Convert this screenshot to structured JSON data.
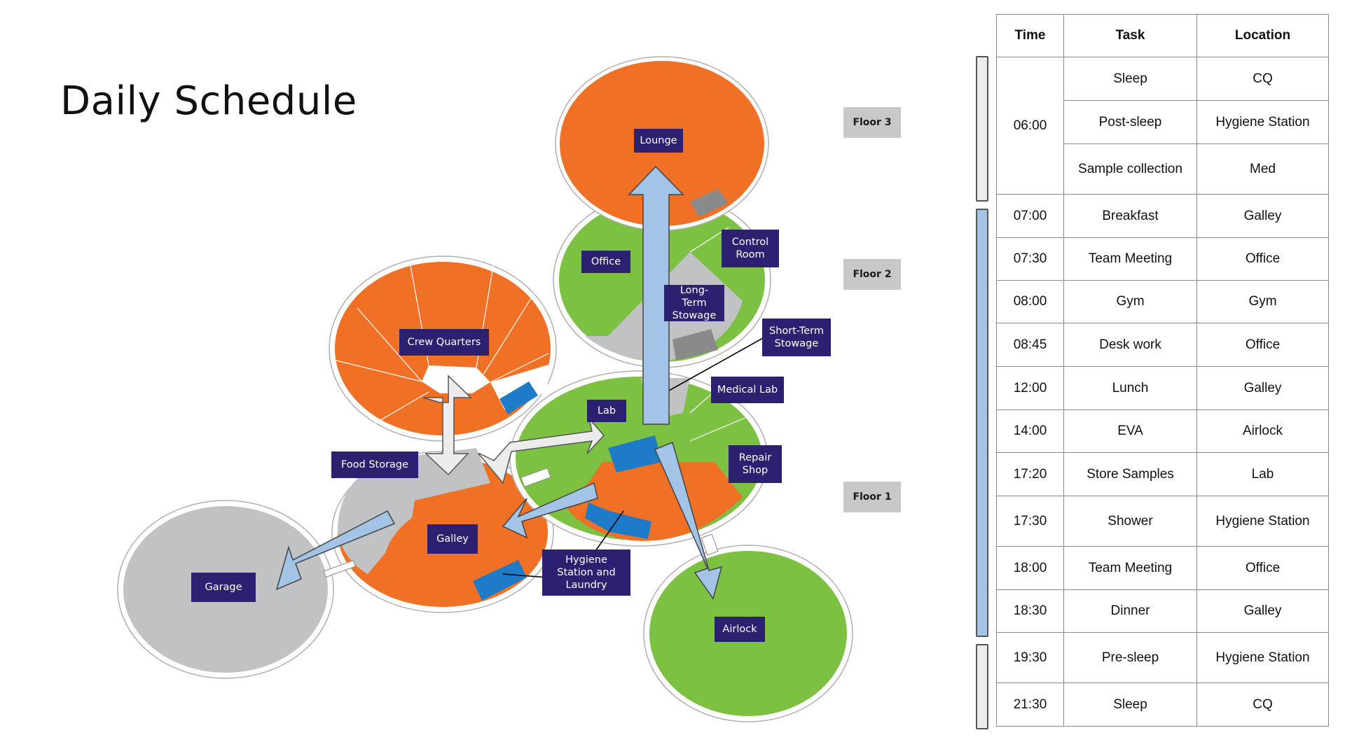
{
  "title": "Daily Schedule",
  "colors": {
    "crew_quarters": "#f07025",
    "green_module": "#7cc142",
    "gray_module": "#c0c2c4",
    "label_bg": "#2b2170",
    "arrow_blue": "#a3c4e6",
    "arrow_white": "#ececec",
    "stair_blue": "#1e7bc7"
  },
  "floors": [
    "Floor 3",
    "Floor 2",
    "Floor 1"
  ],
  "rooms": {
    "lounge": "Lounge",
    "office": "Office",
    "control_room": "Control Room",
    "long_term_stowage": "Long-Term Stowage",
    "short_term_stowage": "Short-Term Stowage",
    "crew_quarters": "Crew Quarters",
    "medical_lab": "Medical Lab",
    "lab": "Lab",
    "repair_shop": "Repair Shop",
    "food_storage": "Food Storage",
    "galley": "Galley",
    "garage": "Garage",
    "hygiene": "Hygiene Station and Laundry",
    "airlock": "Airlock"
  },
  "schedule": {
    "headers": [
      "Time",
      "Task",
      "Location"
    ],
    "rows": [
      {
        "time": "06:00",
        "task": "Sleep",
        "location": "CQ"
      },
      {
        "time": "",
        "task": "Post-sleep",
        "location": "Hygiene Station"
      },
      {
        "time": "",
        "task": "Sample collection",
        "location": "Med"
      },
      {
        "time": "07:00",
        "task": "Breakfast",
        "location": "Galley"
      },
      {
        "time": "07:30",
        "task": "Team Meeting",
        "location": "Office"
      },
      {
        "time": "08:00",
        "task": "Gym",
        "location": "Gym"
      },
      {
        "time": "08:45",
        "task": "Desk work",
        "location": "Office"
      },
      {
        "time": "12:00",
        "task": "Lunch",
        "location": "Galley"
      },
      {
        "time": "14:00",
        "task": "EVA",
        "location": "Airlock"
      },
      {
        "time": "17:20",
        "task": "Store Samples",
        "location": "Lab"
      },
      {
        "time": "17:30",
        "task": "Shower",
        "location": "Hygiene Station"
      },
      {
        "time": "18:00",
        "task": "Team Meeting",
        "location": "Office"
      },
      {
        "time": "18:30",
        "task": "Dinner",
        "location": "Galley"
      },
      {
        "time": "19:30",
        "task": "Pre-sleep",
        "location": "Hygiene Station"
      },
      {
        "time": "21:30",
        "task": "Sleep",
        "location": "CQ"
      }
    ]
  }
}
